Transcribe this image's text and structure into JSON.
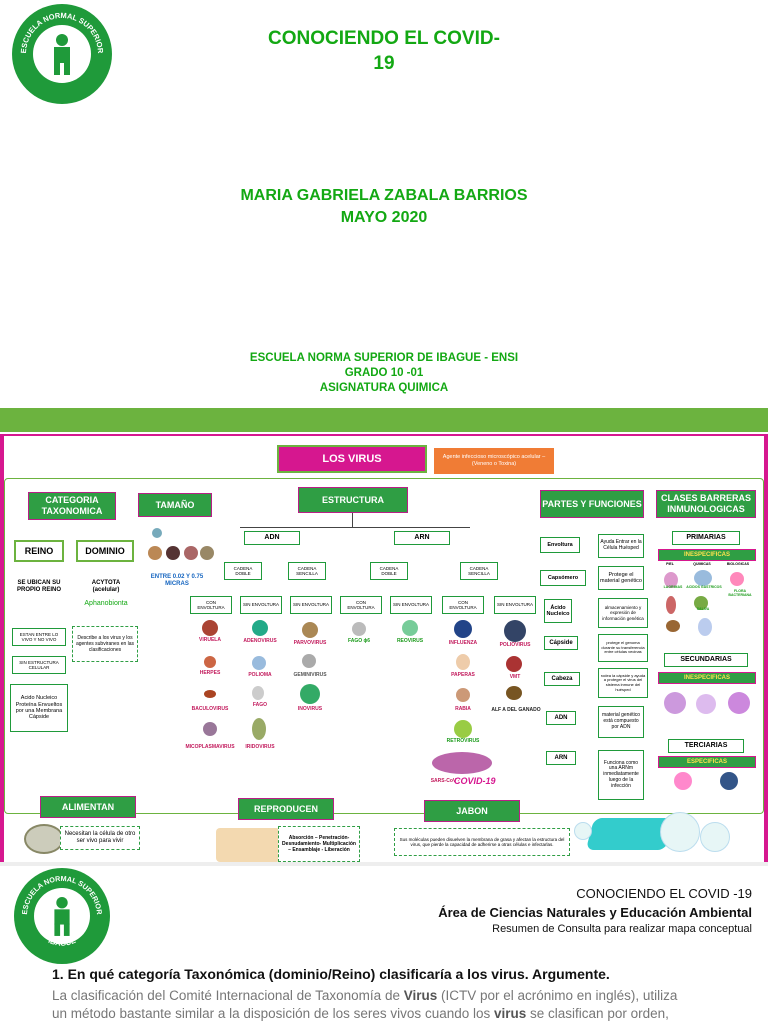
{
  "cover": {
    "title_line1": "CONOCIENDO EL COVID-",
    "title_line2": "19",
    "author": "MARIA GABRIELA ZABALA BARRIOS",
    "date": "MAYO 2020",
    "school": "ESCUELA NORMA SUPERIOR DE IBAGUE - ENSI",
    "grade": "GRADO 10 -01",
    "subject": "ASIGNATURA QUIMICA",
    "logo_top": "ESCUELA NORMAL SUPERIOR",
    "logo_bottom": "IBAGUE"
  },
  "map": {
    "main": "LOS VIRUS",
    "main_note": "Agente infeccioso microscópico acelular – (Veneno o Toxina)",
    "categoria": "CATEGORIA TAXONOMICA",
    "reino": "REINO",
    "dominio": "DOMINIO",
    "reino_desc": "SE UBICAN SU PROPIO REINO",
    "dominio_desc": "ACYTOTA (acelular)",
    "aphanobionta": "Aphanobionta",
    "reino_b1": "ESTAN ENTRE LO VIVO Y NO VIVO",
    "reino_b2": "SIN ESTRUCTURA CELULAR",
    "reino_b3": "Acido Nucleico Proteína Envueltos por una Membrana Cápside",
    "dominio_b1": "Describe a los virus y los agentes subviranes en las clasificaciones",
    "tamano": "TAMAÑO",
    "tamano_desc": "ENTRE 0.02 Y 0.75 MICRAS",
    "estructura": "ESTRUCTURA",
    "adn": "ADN",
    "arn": "ARN",
    "cad_doble": "CADENA DOBLE",
    "cad_sencilla": "CADENA SENCILLA",
    "con_env": "CON ENVOLTURA",
    "sin_env": "SIN ENVOLTURA",
    "v_viruela": "VIRUELA",
    "v_herpes": "HERPES",
    "v_baculovirus": "BACULOVIRUS",
    "v_micoplasmavirus": "MICOPLASMAVIRUS",
    "v_adenovirus": "ADENOVIRUS",
    "v_polioma": "POLIOMA",
    "v_fago": "FAGO",
    "v_irido": "IRIDOVIRUS",
    "v_parvovirus": "PARVOVIRUS",
    "v_geminivirus": "GEMINIVIRUS",
    "v_inovirus": "INOVIRUS",
    "v_fago2": "FAGO ϕ6",
    "v_reovirus": "REOVIRUS",
    "v_influenza": "INFLUENZA",
    "v_paperas": "PAPERAS",
    "v_rabia": "RABIA",
    "v_retrovirus": "RETROVIRUS",
    "v_polio": "POLIOVIRUS",
    "v_vmt": "VMT",
    "v_alfa": "ALF A DEL GANADO",
    "v_sars": "SARS-CoV -",
    "v_covid": "COVID-19",
    "partes": "PARTES Y FUNCIONES",
    "p_envoltura": "Envoltura",
    "p_envoltura_d": "Ayuda Entrar en la Célula Huésped",
    "p_capsomero": "Capsómero",
    "p_capsomero_d": "Protege el material genético",
    "p_acido": "Ácido Nucleico",
    "p_acido_d": "almacenamiento y expresión de información genética",
    "p_capside": "Cápside",
    "p_capside_d": "protege el genoma durante su transferencia entre células vecinas",
    "p_cabeza": "Cabeza",
    "p_cabeza_d": "rodea la cápside y ayuda a proteger el virus del sistema inmune del huésped",
    "p_adn": "ADN",
    "p_adn_d": "material genético está compuesto por ADN",
    "p_arn": "ARN",
    "p_arn_d": "Funciona como una ARNm inmediatamente luego de la infección",
    "clases": "CLASES BARRERAS INMUNOLOGICAS",
    "primarias": "PRIMARIAS",
    "inespecificas": "INESPECIFICAS",
    "piel": "PIEL",
    "quimicas": "QUIMICAS",
    "biologicas": "BIOLOGICAS",
    "lagrimas": "LAGRIMAS",
    "saliva": "SALIVA",
    "flora": "FLORA BACTERIANA",
    "acidos": "ACIDOS GASTRICOS",
    "secundarias": "SECUNDARIAS",
    "terciarias": "TERCIARIAS",
    "especificas": "ESPECIFICAS",
    "alimentan": "ALIMENTAN",
    "alimentan_d": "Necesitan la célula de otro ser vivo para vivir",
    "reproducen": "REPRODUCEN",
    "reproducen_d": "Absorción – Penetración- Desnudamiento- Multiplicación – Ensamblaje - Liberación",
    "jabon": "JABON",
    "jabon_d": "Sus moléculas pueden disuelven la membrana de grasa y afectan la estructura del virus, que pierde la capacidad de adherirse a otras células e infectarlas."
  },
  "page2": {
    "head1": "CONOCIENDO EL COVID -19",
    "head2": "Área de Ciencias Naturales y Educación Ambiental",
    "head3": "Resumen de Consulta para realizar mapa conceptual",
    "question": "1. En qué categoría Taxonómica (dominio/Reino) clasificaría a los virus. Argumente.",
    "p_line1_a": "La clasificación del Comité Internacional de Taxonomía de ",
    "p_line1_b": "Virus",
    "p_line1_c": " (ICTV por el acrónimo en inglés), utiliza",
    "p_line2_a": "un método bastante similar a la disposición de los seres vivos cuando los ",
    "p_line2_b": "virus",
    "p_line2_c": " se clasifican por orden,"
  },
  "colors": {
    "green": "#13a813",
    "map_green": "#2f9e44",
    "magenta": "#d6178f",
    "orange": "#f07c35"
  }
}
